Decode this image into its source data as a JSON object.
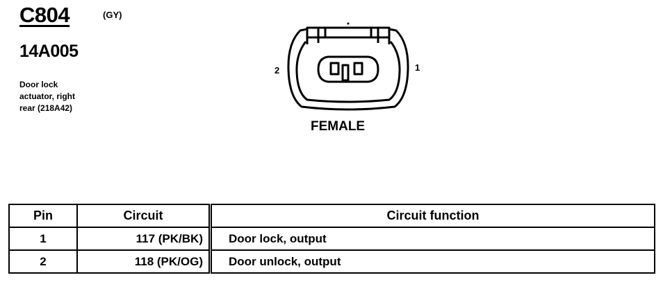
{
  "connector": {
    "id": "C804",
    "color": "(GY)",
    "part_number": "14A005",
    "description": [
      "Door lock",
      "actuator, right",
      "rear (218A42)"
    ],
    "gender": "FEMALE",
    "pin_labels": {
      "left": "2",
      "right": "1"
    }
  },
  "table": {
    "headers": {
      "pin": "Pin",
      "circuit": "Circuit",
      "function": "Circuit function"
    },
    "rows": [
      {
        "pin": "1",
        "circuit": "117 (PK/BK)",
        "function": "Door lock, output"
      },
      {
        "pin": "2",
        "circuit": "118 (PK/OG)",
        "function": "Door unlock, output"
      }
    ]
  }
}
